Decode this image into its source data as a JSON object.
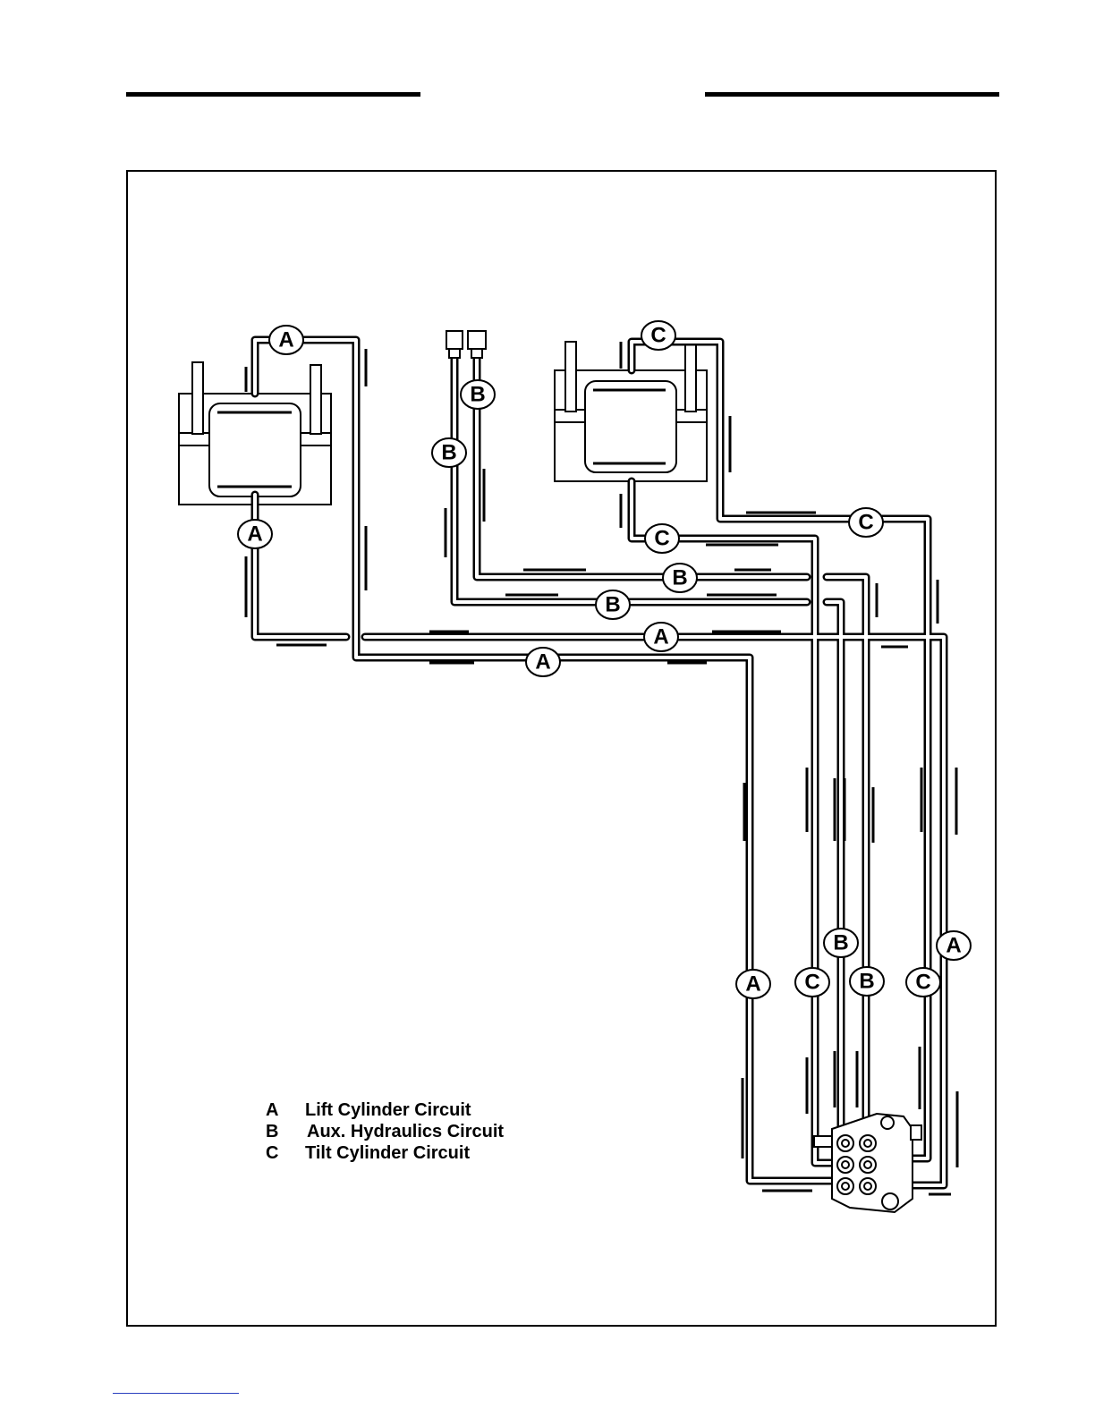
{
  "diagram": {
    "circuit_labels": {
      "lift": "A",
      "aux": "B",
      "tilt": "C"
    },
    "legend": [
      {
        "key": "A",
        "text": "Lift Cylinder Circuit"
      },
      {
        "key": "B",
        "text": "Aux. Hydraulics Circuit"
      },
      {
        "key": "C",
        "text": "Tilt Cylinder Circuit"
      }
    ]
  }
}
